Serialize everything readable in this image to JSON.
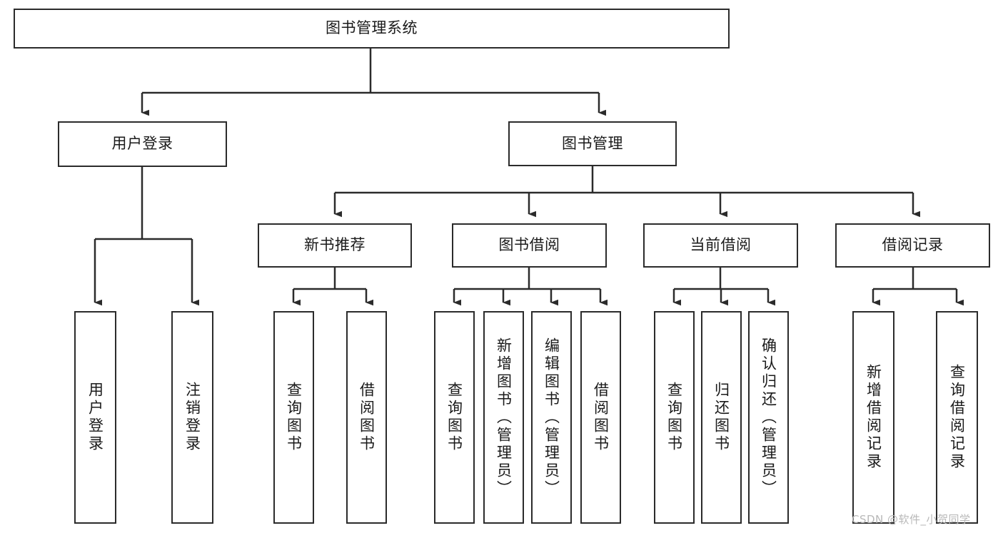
{
  "diagram": {
    "type": "tree-hierarchy",
    "title": "图书管理系统",
    "nodes": {
      "root": {
        "label": "图书管理系统",
        "level": 0,
        "orientation": "horizontal"
      },
      "user_login": {
        "label": "用户登录",
        "level": 1,
        "orientation": "horizontal"
      },
      "book_manage": {
        "label": "图书管理",
        "level": 1,
        "orientation": "horizontal"
      },
      "new_book_rec": {
        "label": "新书推荐",
        "level": 2,
        "orientation": "horizontal"
      },
      "book_borrow": {
        "label": "图书借阅",
        "level": 2,
        "orientation": "horizontal"
      },
      "current_borrow": {
        "label": "当前借阅",
        "level": 2,
        "orientation": "horizontal"
      },
      "borrow_record": {
        "label": "借阅记录",
        "level": 2,
        "orientation": "horizontal"
      },
      "leaf_user_login": {
        "label": "用户登录",
        "level": 2,
        "orientation": "vertical"
      },
      "leaf_logout": {
        "label": "注销登录",
        "level": 2,
        "orientation": "vertical"
      },
      "leaf_query_book_1": {
        "label": "查询图书",
        "level": 3,
        "orientation": "vertical"
      },
      "leaf_borrow_book_1": {
        "label": "借阅图书",
        "level": 3,
        "orientation": "vertical"
      },
      "leaf_query_book_2": {
        "label": "查询图书",
        "level": 3,
        "orientation": "vertical"
      },
      "leaf_add_book": {
        "label": "新增图书（管理员）",
        "level": 3,
        "orientation": "vertical"
      },
      "leaf_edit_book": {
        "label": "编辑图书（管理员）",
        "level": 3,
        "orientation": "vertical"
      },
      "leaf_borrow_book_2": {
        "label": "借阅图书",
        "level": 3,
        "orientation": "vertical"
      },
      "leaf_query_book_3": {
        "label": "查询图书",
        "level": 3,
        "orientation": "vertical"
      },
      "leaf_return_book": {
        "label": "归还图书",
        "level": 3,
        "orientation": "vertical"
      },
      "leaf_confirm_return": {
        "label": "确认归还（管理员）",
        "level": 3,
        "orientation": "vertical"
      },
      "leaf_add_record": {
        "label": "新增借阅记录",
        "level": 3,
        "orientation": "vertical"
      },
      "leaf_query_record": {
        "label": "查询借阅记录",
        "level": 3,
        "orientation": "vertical"
      }
    },
    "edges": [
      {
        "from": "root",
        "to": "user_login"
      },
      {
        "from": "root",
        "to": "book_manage"
      },
      {
        "from": "user_login",
        "to": "leaf_user_login"
      },
      {
        "from": "user_login",
        "to": "leaf_logout"
      },
      {
        "from": "book_manage",
        "to": "new_book_rec"
      },
      {
        "from": "book_manage",
        "to": "book_borrow"
      },
      {
        "from": "book_manage",
        "to": "current_borrow"
      },
      {
        "from": "book_manage",
        "to": "borrow_record"
      },
      {
        "from": "new_book_rec",
        "to": "leaf_query_book_1"
      },
      {
        "from": "new_book_rec",
        "to": "leaf_borrow_book_1"
      },
      {
        "from": "book_borrow",
        "to": "leaf_query_book_2"
      },
      {
        "from": "book_borrow",
        "to": "leaf_add_book"
      },
      {
        "from": "book_borrow",
        "to": "leaf_edit_book"
      },
      {
        "from": "book_borrow",
        "to": "leaf_borrow_book_2"
      },
      {
        "from": "current_borrow",
        "to": "leaf_query_book_3"
      },
      {
        "from": "current_borrow",
        "to": "leaf_return_book"
      },
      {
        "from": "current_borrow",
        "to": "leaf_confirm_return"
      },
      {
        "from": "borrow_record",
        "to": "leaf_add_record"
      },
      {
        "from": "borrow_record",
        "to": "leaf_query_record"
      }
    ],
    "colors": {
      "stroke": "#2b2b2b",
      "fill": "#ffffff",
      "text": "#1a1a1a",
      "watermark": "#b8b8b8"
    }
  },
  "watermark": {
    "text": "CSDN @软件_小贺同学"
  }
}
